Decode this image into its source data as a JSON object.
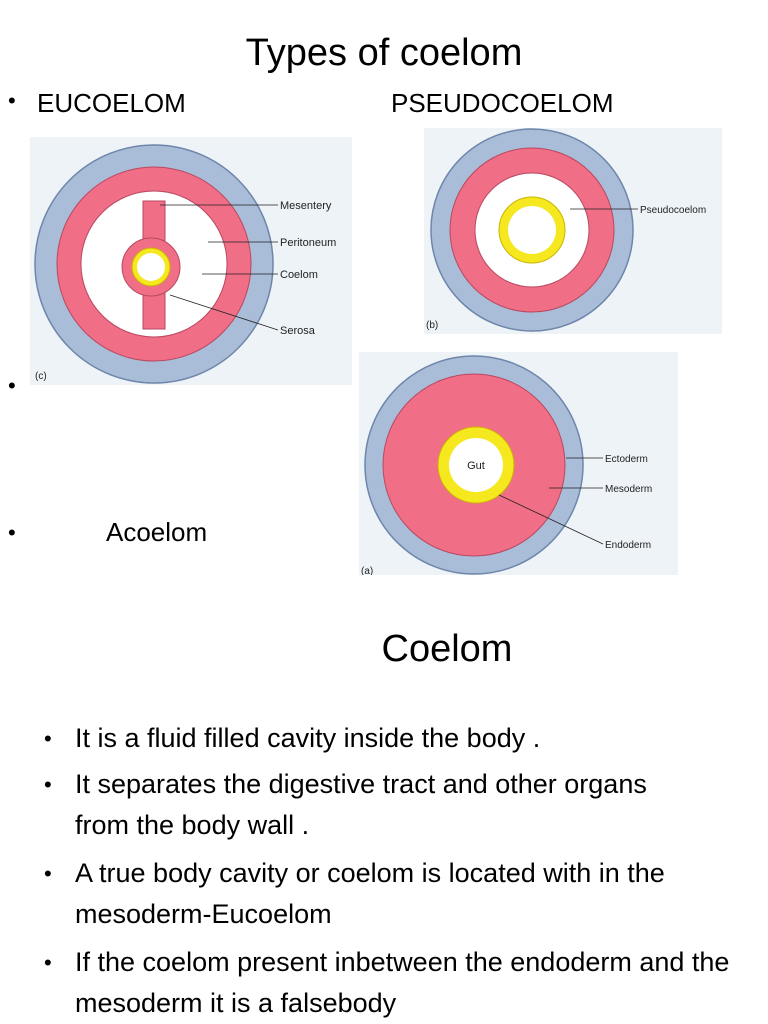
{
  "title": "Types of coelom",
  "top_bullets": {
    "eucoelom": "EUCOELOM",
    "pseudocoelom": "PSEUDOCOELOM",
    "acoelom": "Acoelom"
  },
  "diagram_c": {
    "panel_label": "(c)",
    "labels": [
      "Mesentery",
      "Peritoneum",
      "Coelom",
      "Serosa"
    ]
  },
  "diagram_b": {
    "panel_label": "(b)",
    "labels": [
      "Pseudocoelom"
    ]
  },
  "diagram_a": {
    "panel_label": "(a)",
    "gut_label": "Gut",
    "labels": [
      "Ectoderm",
      "Mesoderm",
      "Endoderm"
    ]
  },
  "colors": {
    "ectoderm": "#a9bdd8",
    "mesoderm": "#f06e86",
    "cavity": "#ffffff",
    "endoderm": "#f5e81e",
    "panel_bg": "#eef3f8"
  },
  "heading": "Coelom",
  "bullets": [
    "It is a fluid filled cavity inside the body .",
    "It separates the digestive tract and other organs from the body wall .",
    "A true body cavity or coelom is located with in the mesoderm-Eucoelom",
    "If the coelom present inbetween the endoderm and the mesoderm it is a falsebody"
  ]
}
